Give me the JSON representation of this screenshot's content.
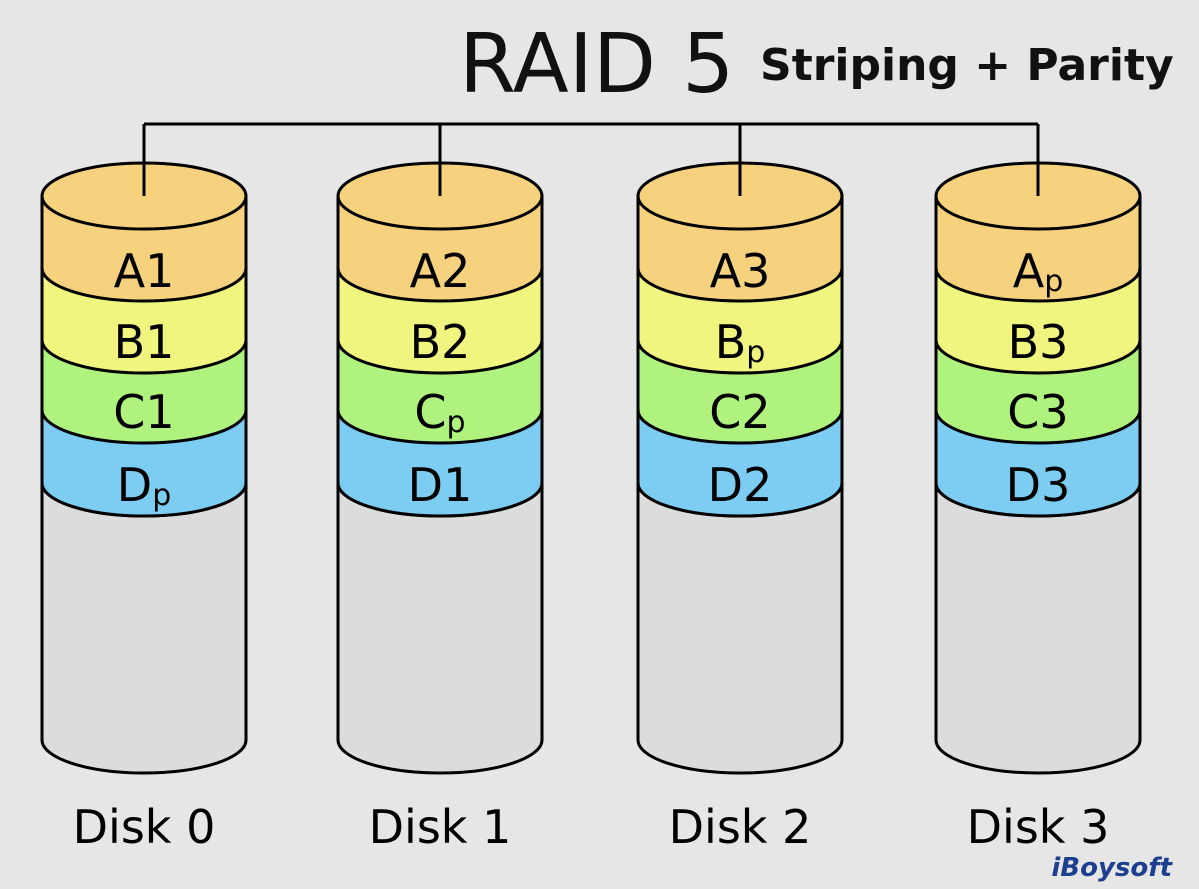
{
  "title": {
    "main": "RAID 5",
    "subtitle": "Striping + Parity"
  },
  "watermark": "iBoysoft",
  "colors": {
    "background": "#e6e6e6",
    "stroke": "#000000",
    "empty": "#dcdcdc",
    "A": "#f6d27f",
    "B": "#eff57e",
    "C": "#b0f27e",
    "D": "#7ccdf1"
  },
  "disks": [
    {
      "label": "Disk 0",
      "blocks": [
        {
          "base": "A1",
          "sub": "",
          "color": "A"
        },
        {
          "base": "B1",
          "sub": "",
          "color": "B"
        },
        {
          "base": "C1",
          "sub": "",
          "color": "C"
        },
        {
          "base": "D",
          "sub": "p",
          "color": "D"
        }
      ]
    },
    {
      "label": "Disk 1",
      "blocks": [
        {
          "base": "A2",
          "sub": "",
          "color": "A"
        },
        {
          "base": "B2",
          "sub": "",
          "color": "B"
        },
        {
          "base": "C",
          "sub": "p",
          "color": "C"
        },
        {
          "base": "D1",
          "sub": "",
          "color": "D"
        }
      ]
    },
    {
      "label": "Disk 2",
      "blocks": [
        {
          "base": "A3",
          "sub": "",
          "color": "A"
        },
        {
          "base": "B",
          "sub": "p",
          "color": "B"
        },
        {
          "base": "C2",
          "sub": "",
          "color": "C"
        },
        {
          "base": "D2",
          "sub": "",
          "color": "D"
        }
      ]
    },
    {
      "label": "Disk 3",
      "blocks": [
        {
          "base": "A",
          "sub": "p",
          "color": "A"
        },
        {
          "base": "B3",
          "sub": "",
          "color": "B"
        },
        {
          "base": "C3",
          "sub": "",
          "color": "C"
        },
        {
          "base": "D3",
          "sub": "",
          "color": "D"
        }
      ]
    }
  ]
}
